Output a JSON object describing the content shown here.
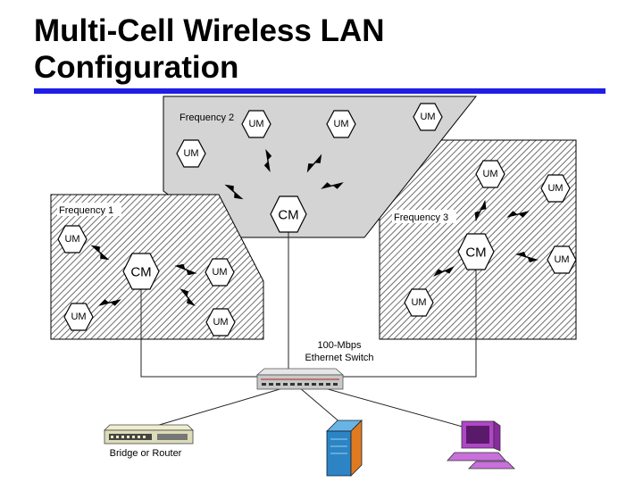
{
  "slide": {
    "title": "Multi-Cell Wireless LAN\nConfiguration"
  },
  "colors": {
    "title_rule": "#1e1ee6",
    "cell_fill": "#d4d4d4",
    "hatch": "#4a4a4a",
    "switch": "#c8c8c8",
    "server": "#2c84c4",
    "workstation": "#b046c8"
  },
  "cells": {
    "frequency_2": {
      "label": "Frequency 2",
      "cm": "CM",
      "ums": [
        "UM",
        "UM",
        "UM",
        "UM"
      ]
    },
    "frequency_1": {
      "label": "Frequency 1",
      "cm": "CM",
      "ums": [
        "UM",
        "UM",
        "UM",
        "UM"
      ]
    },
    "frequency_3": {
      "label": "Frequency 3",
      "cm": "CM",
      "ums": [
        "UM",
        "UM",
        "UM",
        "UM"
      ]
    }
  },
  "network": {
    "switch_label_line1": "100-Mbps",
    "switch_label_line2": "Ethernet Switch",
    "bridge_label": "Bridge or Router",
    "icons": [
      "ethernet-switch-icon",
      "bridge-router-icon",
      "server-icon",
      "workstation-icon",
      "lightning-bolt-icon"
    ]
  }
}
